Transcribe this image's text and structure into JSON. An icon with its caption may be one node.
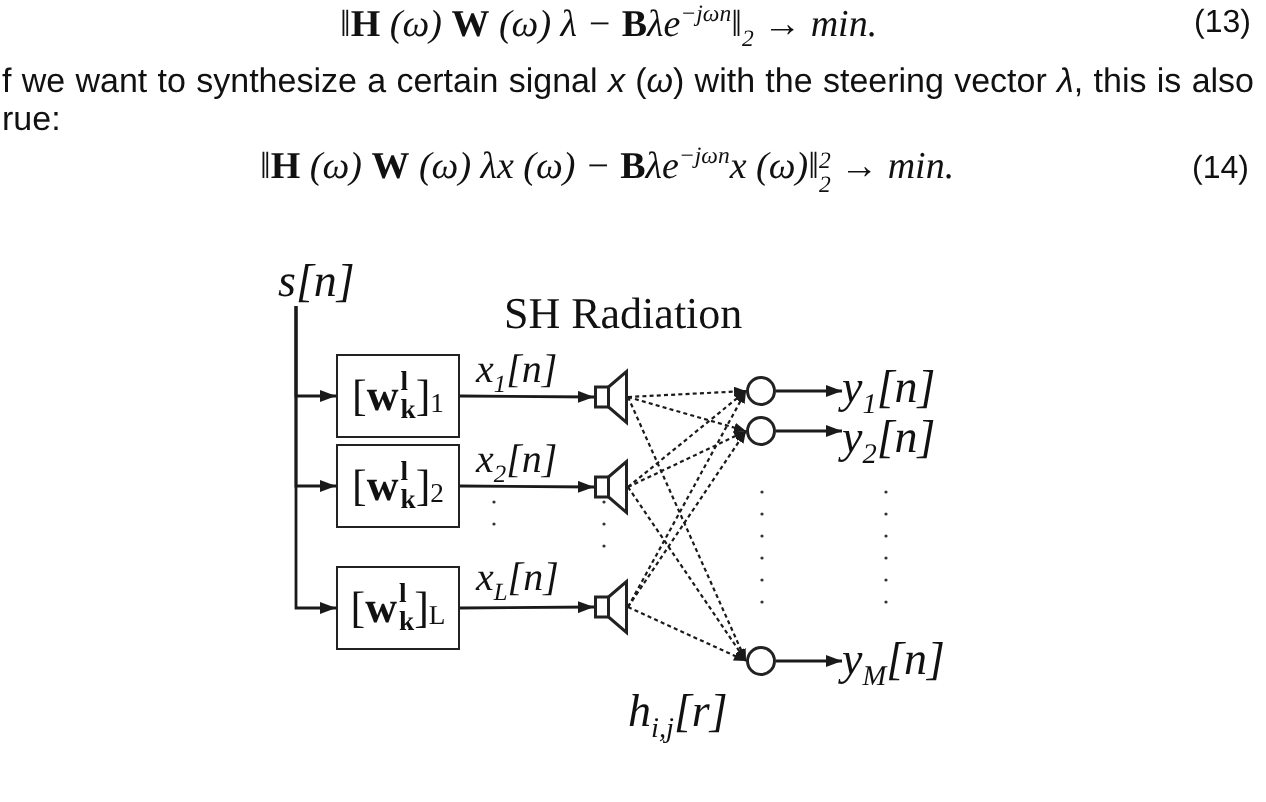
{
  "diagram": {
    "title": "SH Radiation",
    "nodes": [
      {
        "text": [
          "s[n]"
        ]
      },
      {
        "text": [
          "[**w**$^{l}$$_{k}$]$_{1}$"
        ]
      },
      {
        "text": [
          "[**w**$^{l}$$_{k}$]$_{2}$"
        ]
      },
      {
        "text": [
          "[**w**$^{l}$$_{k}$]$_{L}$"
        ]
      },
      {
        "text": [],
        "shape": "loudspeaker"
      },
      {
        "text": [],
        "shape": "loudspeaker"
      },
      {
        "text": [],
        "shape": "loudspeaker"
      },
      {
        "text": [],
        "shape": "microphone"
      },
      {
        "text": [],
        "shape": "microphone"
      },
      {
        "text": [],
        "shape": "microphone"
      },
      {
        "text": [
          "y$_{1}$[n]"
        ]
      },
      {
        "text": [
          "y$_{2}$[n]"
        ]
      },
      {
        "text": [
          "y$_{M}$[n]"
        ]
      }
    ],
    "edges": [
      {
        "from": 0,
        "to": 1,
        "arrow": "to"
      },
      {
        "from": 0,
        "to": 2,
        "arrow": "to"
      },
      {
        "from": 0,
        "to": 3,
        "arrow": "to"
      },
      {
        "from": 1,
        "to": 4,
        "arrow": "to",
        "label": "x$_{1}$[n]"
      },
      {
        "from": 2,
        "to": 5,
        "arrow": "to",
        "label": "x$_{2}$[n]"
      },
      {
        "from": 3,
        "to": 6,
        "arrow": "to",
        "label": "x$_{L}$[n]"
      },
      {
        "from": 4,
        "to": 7,
        "arrow": "to",
        "style": "dashed"
      },
      {
        "from": 4,
        "to": 8,
        "arrow": "to",
        "style": "dashed"
      },
      {
        "from": 4,
        "to": 9,
        "arrow": "to",
        "style": "dashed"
      },
      {
        "from": 5,
        "to": 7,
        "arrow": "to",
        "style": "dashed"
      },
      {
        "from": 5,
        "to": 8,
        "arrow": "to",
        "style": "dashed"
      },
      {
        "from": 5,
        "to": 9,
        "arrow": "to",
        "style": "dashed"
      },
      {
        "from": 6,
        "to": 7,
        "arrow": "to",
        "style": "dashed"
      },
      {
        "from": 6,
        "to": 8,
        "arrow": "to",
        "style": "dashed"
      },
      {
        "from": 6,
        "to": 9,
        "arrow": "to",
        "style": "dashed"
      },
      {
        "from": 7,
        "to": 10,
        "arrow": "to"
      },
      {
        "from": 8,
        "to": 11,
        "arrow": "to"
      },
      {
        "from": 9,
        "to": 12,
        "arrow": "to"
      }
    ],
    "labels": [
      "‖**H** (ω) **W** (ω) λ − **B**λe$^{−jωn}$‖$_{2}$ → min.",
      "(13)",
      "f we want to synthesize a certain signal *x* (*ω*) with the steering vector *λ*, this is also rue:",
      "‖**H** (ω) **W** (ω) λx (ω) − **B**λe$^{−jωn}$x (ω)‖$^{2}$$_{2}$ → min.",
      "(14)",
      "h$_{i,j}$[r]"
    ]
  }
}
